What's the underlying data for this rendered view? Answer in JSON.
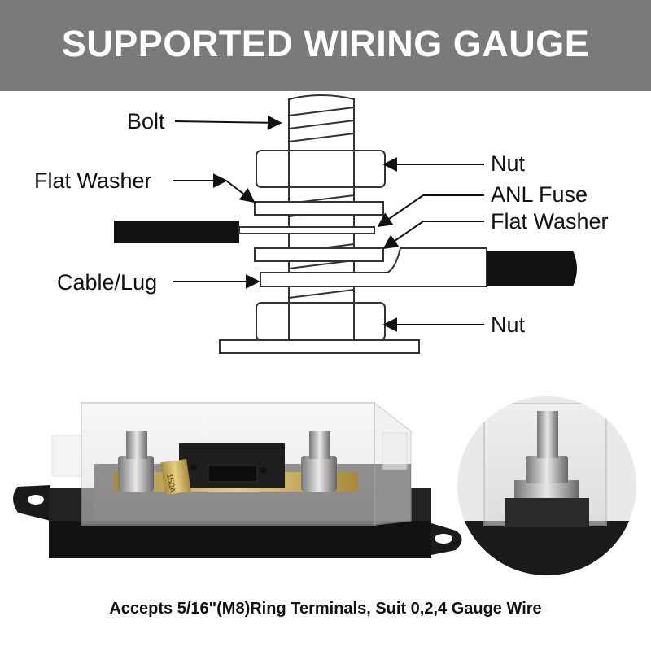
{
  "header": {
    "title": "SUPPORTED WIRING GAUGE"
  },
  "diagram": {
    "labels": {
      "bolt": "Bolt",
      "flat_washer_left": "Flat Washer",
      "cable_lug": "Cable/Lug",
      "nut_top": "Nut",
      "anl_fuse": "ANL Fuse",
      "flat_washer_right": "Flat Washer",
      "nut_bottom": "Nut"
    }
  },
  "photos": {
    "fuse_marking": "150A"
  },
  "caption": "Accepts 5/16\"(M8)Ring Terminals, Suit 0,2,4 Gauge Wire",
  "colors": {
    "header_bg": "#7a7a7a",
    "header_text": "#ffffff",
    "base_black": "#1a1a1a",
    "brass": "#c9a84a"
  }
}
